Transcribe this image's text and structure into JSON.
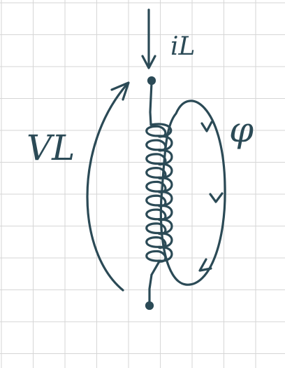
{
  "colors": {
    "paper": "#ffffff",
    "grid": "#d6d6d6",
    "ink": "#2b4a56"
  },
  "labels": {
    "current": "iL",
    "voltage": "VL",
    "flux": "φ"
  },
  "components": {
    "inductor_turns": 10
  }
}
